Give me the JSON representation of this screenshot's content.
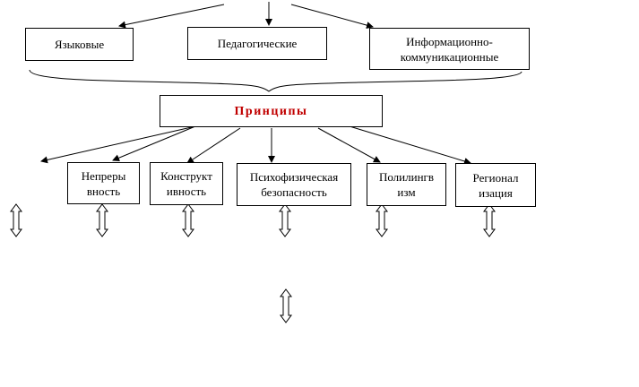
{
  "diagram": {
    "top_categories": [
      {
        "label": "Языковые"
      },
      {
        "label": "Педагогические"
      },
      {
        "label": "Информационно-\nкоммуникационные"
      }
    ],
    "principles_title": "Принципы",
    "principles": [
      {
        "label": "Непреры\nвность"
      },
      {
        "label": "Конструкт\nивность"
      },
      {
        "label": "Психофизическая\nбезопасность"
      },
      {
        "label": "Полилингв\nизм"
      },
      {
        "label": "Регионал\nизация"
      }
    ],
    "colors": {
      "title_red": "#c00000",
      "lines": "#000000"
    }
  }
}
